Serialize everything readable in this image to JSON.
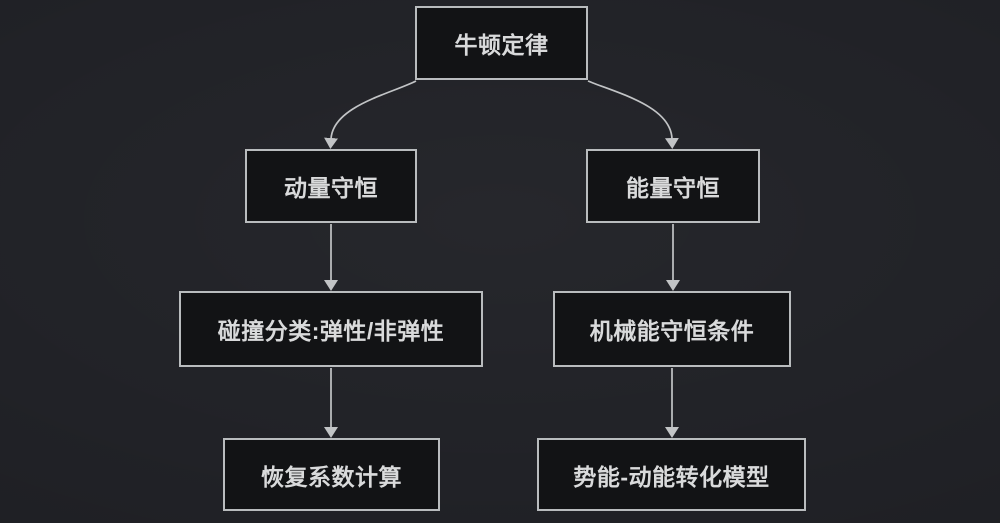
{
  "diagram": {
    "type": "flowchart",
    "nodes": {
      "newton": {
        "label": "牛顿定律"
      },
      "momentum": {
        "label": "动量守恒"
      },
      "energy": {
        "label": "能量守恒"
      },
      "collision": {
        "label": "碰撞分类:弹性/非弹性"
      },
      "mechanical": {
        "label": "机械能守恒条件"
      },
      "restitution": {
        "label": "恢复系数计算"
      },
      "potential": {
        "label": "势能-动能转化模型"
      }
    },
    "edges": [
      {
        "from": "newton",
        "to": "momentum"
      },
      {
        "from": "newton",
        "to": "energy"
      },
      {
        "from": "momentum",
        "to": "collision"
      },
      {
        "from": "energy",
        "to": "mechanical"
      },
      {
        "from": "collision",
        "to": "restitution"
      },
      {
        "from": "mechanical",
        "to": "potential"
      }
    ],
    "colors": {
      "background": "#212227",
      "node_fill": "#121315",
      "node_border": "#b9bcbe",
      "text": "#d9dadb",
      "connector": "#c2c4c6"
    }
  }
}
